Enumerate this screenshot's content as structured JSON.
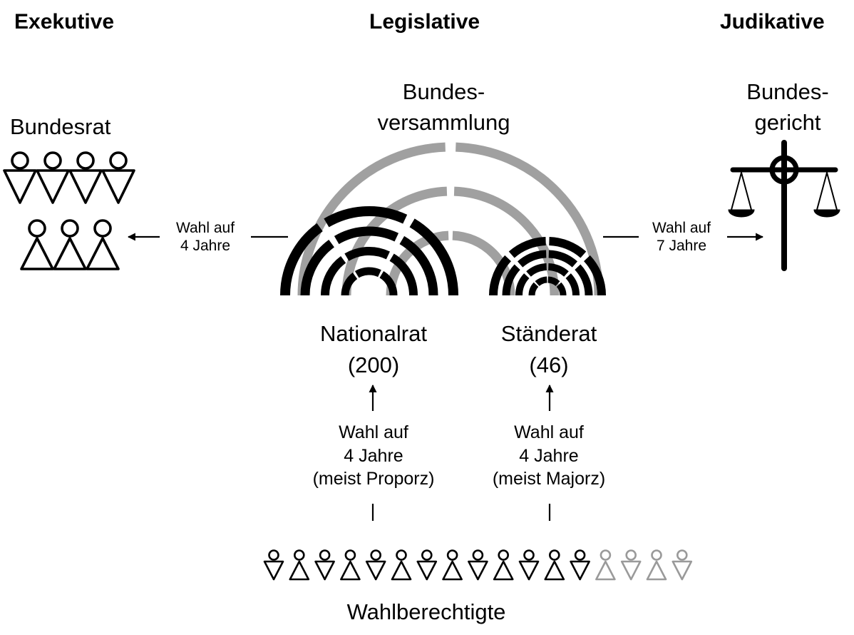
{
  "headers": {
    "executive": "Exekutive",
    "legislative": "Legislative",
    "judicative": "Judikative"
  },
  "executive": {
    "title": "Bundesrat",
    "members_shown": 7,
    "icon": "person-figures-icon"
  },
  "assembly": {
    "title_line1": "Bundes-",
    "title_line2": "versammlung",
    "icon": "parliament-hemicycle-icon"
  },
  "judicative": {
    "title_line1": "Bundes-",
    "title_line2": "gericht",
    "icon": "scales-of-justice-icon"
  },
  "elections": {
    "to_executive": {
      "line1": "Wahl auf",
      "line2": "4 Jahre"
    },
    "to_judicative": {
      "line1": "Wahl auf",
      "line2": "7 Jahre"
    },
    "nationalrat": {
      "line1": "Wahl auf",
      "line2": "4 Jahre",
      "line3": "(meist Proporz)"
    },
    "staenderat": {
      "line1": "Wahl auf",
      "line2": "4 Jahre",
      "line3": "(meist Majorz)"
    }
  },
  "chambers": {
    "nationalrat": {
      "name": "Nationalrat",
      "seats": "(200)"
    },
    "staenderat": {
      "name": "Ständerat",
      "seats": "(46)"
    }
  },
  "voters": {
    "label": "Wahlberechtigte",
    "eligible_shown": 13,
    "ineligible_shown": 4
  },
  "colors": {
    "primary": "#000000",
    "assembly_arc": "#a0a0a0",
    "ineligible": "#9a9a9a",
    "background": "#ffffff"
  }
}
